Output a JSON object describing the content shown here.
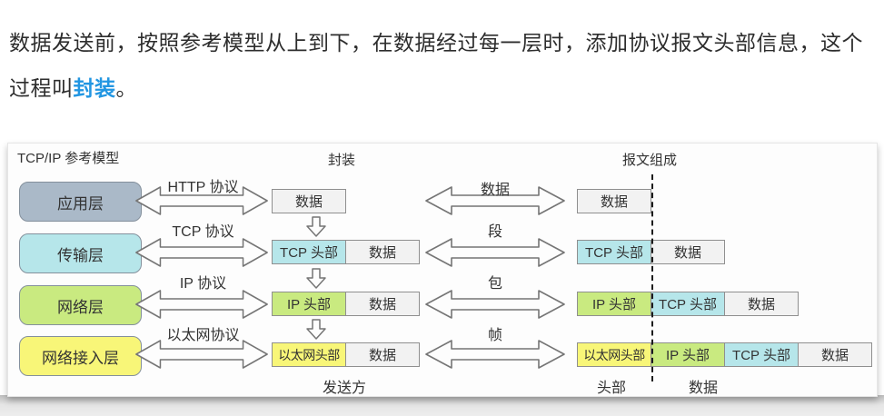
{
  "intro": {
    "text_before": "数据发送前，按照参考模型从上到下，在数据经过每一层时，添加协议报文头部信息，这个过程叫",
    "highlight": "封装",
    "text_after": "。"
  },
  "diagram": {
    "headers": {
      "model": "TCP/IP 参考模型",
      "encapsulation": "封装",
      "composition": "报文组成"
    },
    "layers": [
      "应用层",
      "传输层",
      "网络层",
      "网络接入层"
    ],
    "protocols": [
      "HTTP 协议",
      "TCP 协议",
      "IP 协议",
      "以太网协议"
    ],
    "units": [
      "数据",
      "段",
      "包",
      "帧"
    ],
    "middle_rows": [
      {
        "segments": [
          {
            "label": "数据",
            "type": "data"
          }
        ]
      },
      {
        "segments": [
          {
            "label": "TCP 头部",
            "type": "tcp"
          },
          {
            "label": "数据",
            "type": "data"
          }
        ]
      },
      {
        "segments": [
          {
            "label": "IP 头部",
            "type": "ip"
          },
          {
            "label": "数据",
            "type": "data"
          }
        ]
      },
      {
        "segments": [
          {
            "label": "以太网头部",
            "type": "eth"
          },
          {
            "label": "数据",
            "type": "data"
          }
        ]
      }
    ],
    "right_rows": [
      {
        "segments": [
          {
            "label": "数据",
            "type": "data"
          }
        ]
      },
      {
        "segments": [
          {
            "label": "TCP 头部",
            "type": "tcp"
          },
          {
            "label": "数据",
            "type": "data"
          }
        ]
      },
      {
        "segments": [
          {
            "label": "IP 头部",
            "type": "ip"
          },
          {
            "label": "TCP 头部",
            "type": "tcp"
          },
          {
            "label": "数据",
            "type": "data"
          }
        ]
      },
      {
        "segments": [
          {
            "label": "以太网头部",
            "type": "eth"
          },
          {
            "label": "IP 头部",
            "type": "ip"
          },
          {
            "label": "TCP 头部",
            "type": "tcp"
          },
          {
            "label": "数据",
            "type": "data"
          }
        ]
      }
    ],
    "footer": {
      "sender": "发送方",
      "header_label": "头部",
      "data_label": "数据"
    },
    "colors": {
      "application_layer": "#aab9c8",
      "transport_layer": "#b6e6ea",
      "network_layer": "#c9ea80",
      "access_layer": "#f8f678",
      "data_segment": "#f2f2f2",
      "highlight_blue": "#2296e2"
    }
  }
}
